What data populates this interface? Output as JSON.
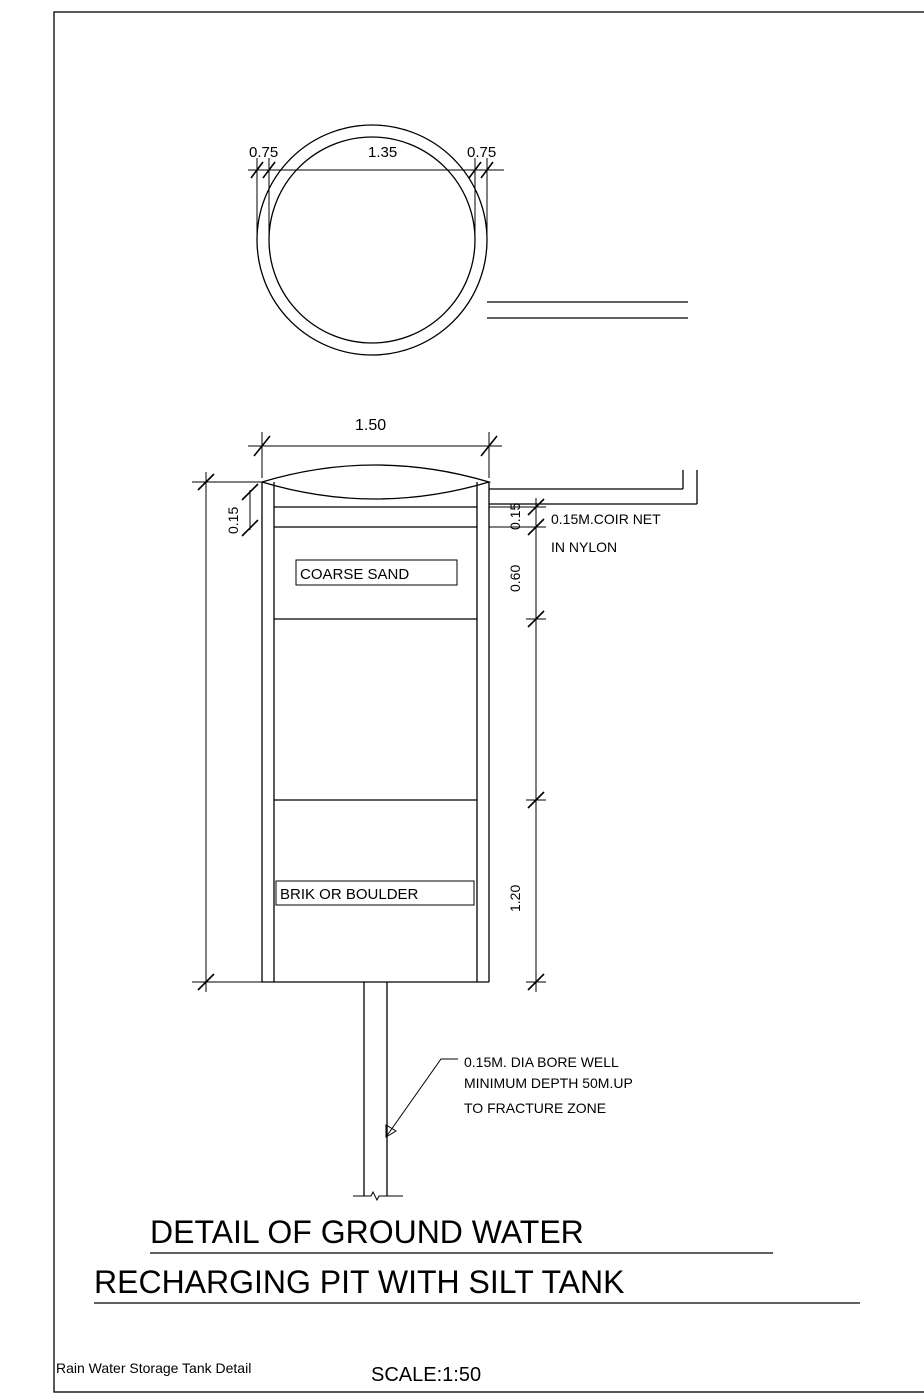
{
  "plan_view": {
    "dim_wall_left": "0.75",
    "dim_inner": "1.35",
    "dim_wall_right": "0.75"
  },
  "section": {
    "dim_top_width": "1.50",
    "dim_left_top": "0.15",
    "dim_right_coir": "0.15",
    "dim_right_sand": "0.60",
    "dim_right_boulder": "1.20",
    "layer_coarse_sand": "COARSE SAND",
    "layer_boulder": "BRIK OR BOULDER",
    "note_coir_line1": "0.15M.COIR NET",
    "note_coir_line2": "IN NYLON",
    "note_bore_line1": "0.15M. DIA BORE WELL",
    "note_bore_line2": "MINIMUM DEPTH 50M.UP",
    "note_bore_line3": "TO FRACTURE ZONE"
  },
  "title": {
    "line1": "DETAIL OF GROUND WATER",
    "line2": "RECHARGING PIT WITH SILT TANK"
  },
  "footer": {
    "caption": "Rain Water Storage Tank Detail",
    "scale": "SCALE:1:50"
  }
}
